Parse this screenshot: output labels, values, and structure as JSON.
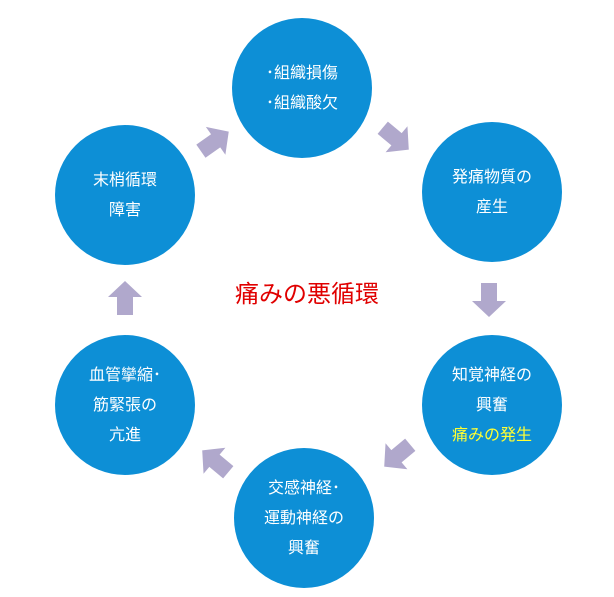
{
  "title": "痛みの悪循環",
  "colors": {
    "node_fill": "#0d8fd6",
    "node_text": "#ffffff",
    "highlight_text": "#ffff33",
    "title_text": "#e00000",
    "arrow_fill": "#b0a8cc"
  },
  "nodes": [
    {
      "lines": [
        "･組織損傷",
        "･組織酸欠"
      ]
    },
    {
      "lines": [
        "発痛物質の",
        "産生"
      ]
    },
    {
      "lines": [
        "知覚神経の",
        "興奮"
      ],
      "highlight": "痛みの発生"
    },
    {
      "lines": [
        "交感神経･",
        "運動神経の",
        "興奮"
      ]
    },
    {
      "lines": [
        "血管攣縮･",
        "筋緊張の",
        "亢進"
      ]
    },
    {
      "lines": [
        "末梢循環",
        "障害"
      ]
    }
  ]
}
